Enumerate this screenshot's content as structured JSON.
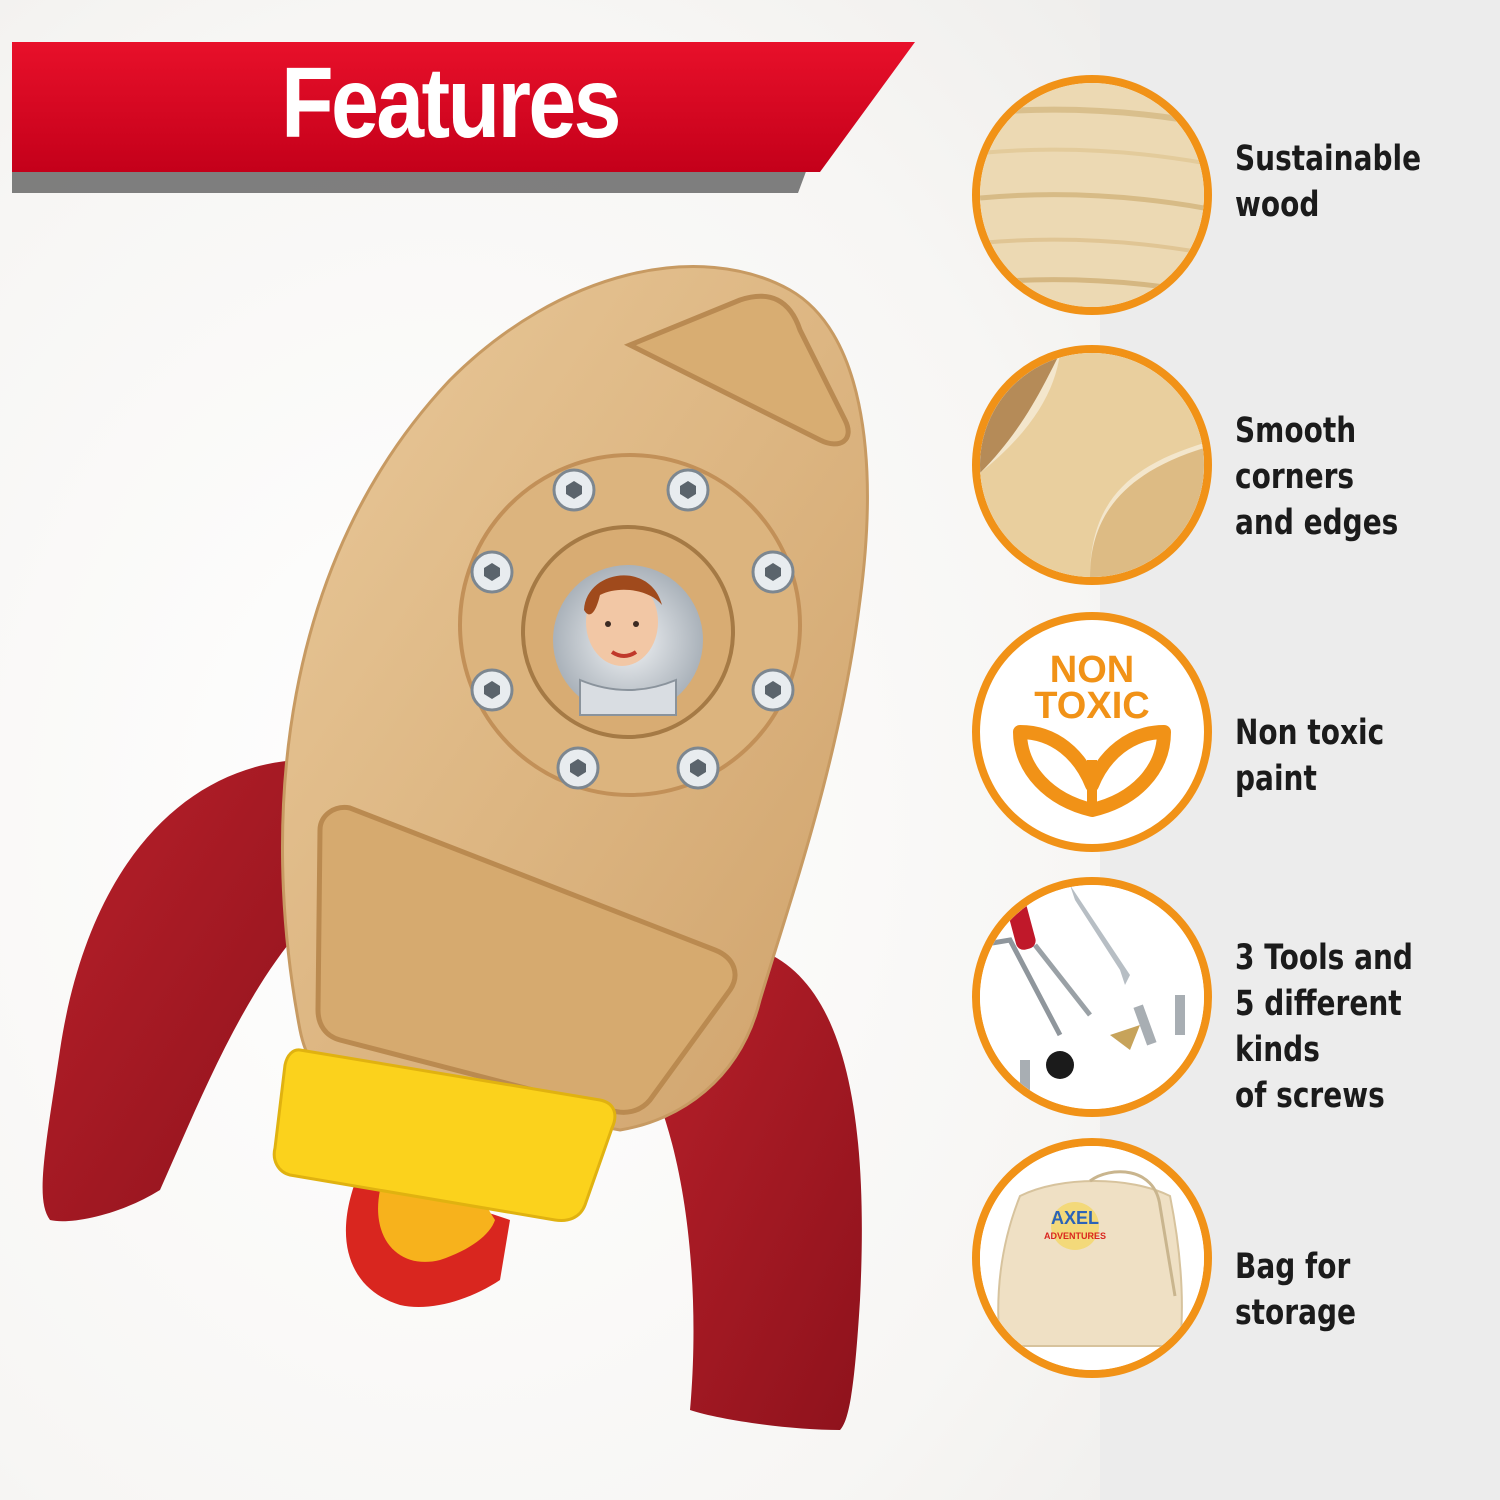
{
  "banner": {
    "title": "Features",
    "color": "#d9001b"
  },
  "accent_color": "#f19217",
  "features": [
    {
      "icon": "wood-grain-icon",
      "label": "Sustainable\nwood"
    },
    {
      "icon": "smooth-corner-icon",
      "label": "Smooth corners\nand edges"
    },
    {
      "icon": "leaf-icon",
      "badge_line1": "NON",
      "badge_line2": "TOXIC",
      "label": "Non toxic paint"
    },
    {
      "icon": "tools-icon",
      "label": "3 Tools and\n5 different kinds\nof screws"
    },
    {
      "icon": "storage-bag-icon",
      "bag_brand_line1": "AXEL",
      "bag_brand_line2": "ADVENTURES",
      "label": "Bag for storage"
    }
  ],
  "product": {
    "name": "wooden rocket toy"
  }
}
